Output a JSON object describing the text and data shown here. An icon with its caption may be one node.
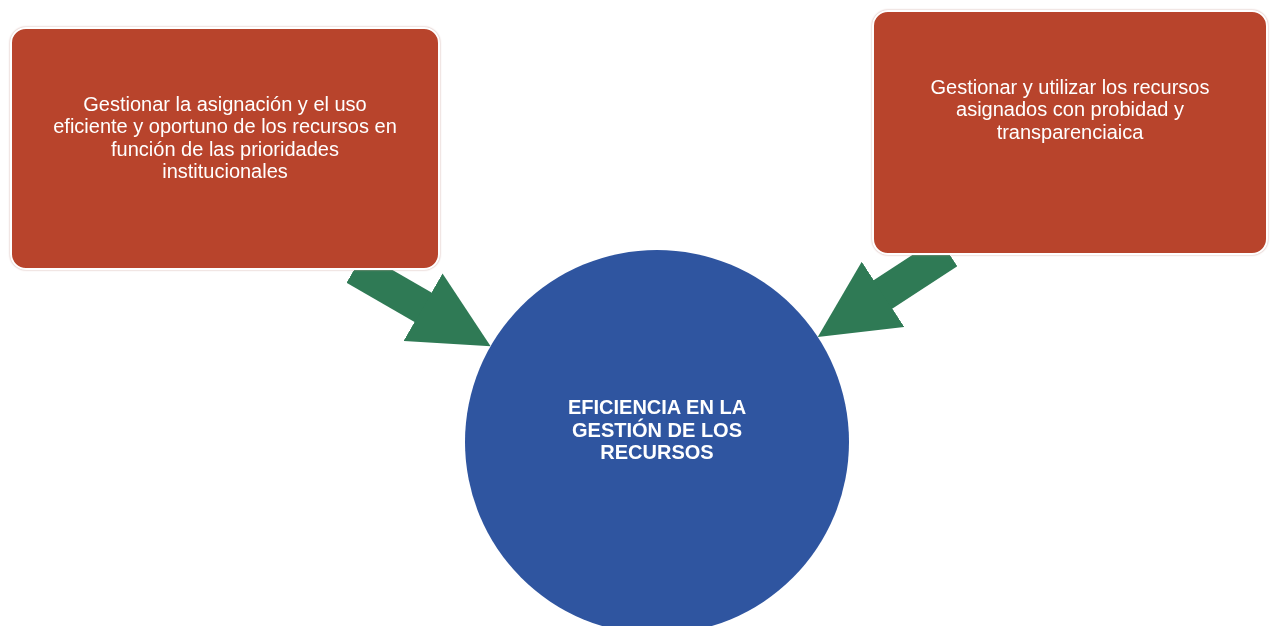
{
  "diagram": {
    "nodes": [
      {
        "text": [
          "Gestionar la asignación y el uso eficiente y oportuno de los recursos en función de las prioridades institucionales"
        ]
      },
      {
        "text": [
          "Gestionar y utilizar los recursos asignados con probidad y transparenciaica"
        ]
      },
      {
        "text": [
          "EFICIENCIA EN LA GESTIÓN DE LOS RECURSOS"
        ]
      }
    ],
    "edges": [
      {
        "from": 0,
        "to": 2,
        "arrow": "to",
        "style": "thick"
      },
      {
        "from": 1,
        "to": 2,
        "arrow": "to",
        "style": "thick"
      }
    ]
  }
}
